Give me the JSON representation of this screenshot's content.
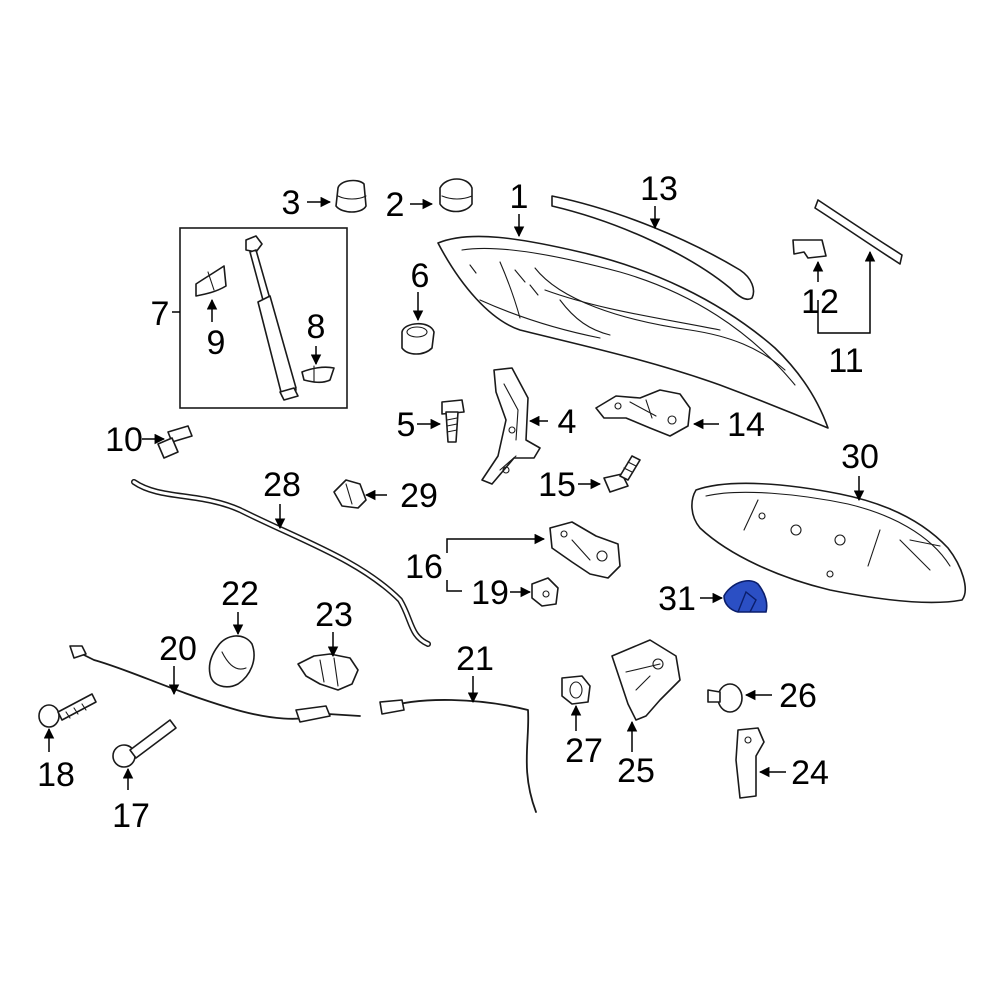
{
  "diagram": {
    "highlight_color": "#2b4fc4",
    "highlighted_part": "31",
    "labels": {
      "p1": "1",
      "p2": "2",
      "p3": "3",
      "p4": "4",
      "p5": "5",
      "p6": "6",
      "p7": "7",
      "p8": "8",
      "p9": "9",
      "p10": "10",
      "p11": "11",
      "p12": "12",
      "p13": "13",
      "p14": "14",
      "p15": "15",
      "p16": "16",
      "p17": "17",
      "p18": "18",
      "p19": "19",
      "p20": "20",
      "p21": "21",
      "p22": "22",
      "p23": "23",
      "p24": "24",
      "p25": "25",
      "p26": "26",
      "p27": "27",
      "p28": "28",
      "p29": "29",
      "p30": "30",
      "p31": "31"
    }
  }
}
